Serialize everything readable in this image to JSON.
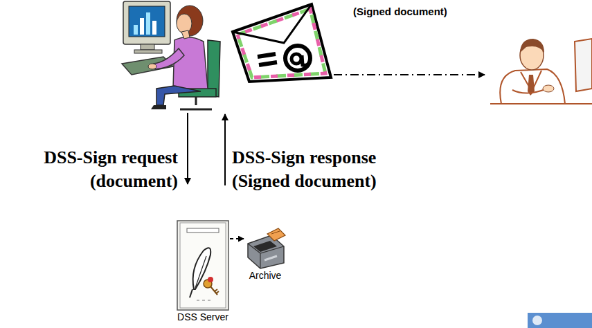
{
  "diagram": {
    "nodes": [
      {
        "text": [
          "DSS Server"
        ]
      },
      {
        "text": [
          "Archive"
        ]
      }
    ],
    "edges": [
      {
        "from": 0,
        "to": 1,
        "arrow": "to"
      }
    ],
    "labels": [
      "(Signed document)",
      "DSS-Sign request (document)",
      "DSS-Sign response (Signed document)"
    ]
  }
}
